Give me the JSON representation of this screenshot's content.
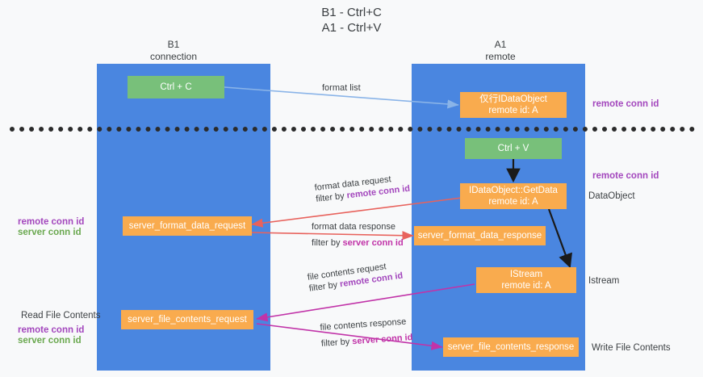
{
  "title": {
    "line1": "B1 - Ctrl+C",
    "line2": "A1 - Ctrl+V"
  },
  "colors": {
    "lane": "#4a86e0",
    "green_box": "#78c07a",
    "orange_box": "#f9ab4e",
    "remote_conn_id": "#a347bd",
    "server_conn_id": "#6aa84f",
    "arrow_blue": "#8ab4e8",
    "arrow_red": "#e8625c",
    "arrow_magenta": "#c133a8",
    "arrow_black": "#1a1a1a",
    "divider": "#2b2b2b",
    "background": "#f8f9fa"
  },
  "columns": [
    {
      "id": "b1",
      "name": "B1",
      "role": "connection"
    },
    {
      "id": "a1",
      "name": "A1",
      "role": "remote"
    }
  ],
  "boxes": [
    {
      "id": "ctrl-c",
      "label": "Ctrl + C",
      "sub": "",
      "color": "green"
    },
    {
      "id": "idataobject",
      "label": "仅行IDataObject",
      "sub": "remote id: A",
      "color": "orange"
    },
    {
      "id": "ctrl-v",
      "label": "Ctrl + V",
      "sub": "",
      "color": "green"
    },
    {
      "id": "idataobject-getdata",
      "label": "IDataObject::GetData",
      "sub": "remote id: A",
      "color": "orange"
    },
    {
      "id": "server-format-data-request",
      "label": "server_format_data_request",
      "sub": "",
      "color": "orange"
    },
    {
      "id": "server-format-data-response",
      "label": "server_format_data_response",
      "sub": "",
      "color": "orange"
    },
    {
      "id": "istream",
      "label": "IStream",
      "sub": "remote id: A",
      "color": "orange"
    },
    {
      "id": "server-file-contents-request",
      "label": "server_file_contents_request",
      "sub": "",
      "color": "orange"
    },
    {
      "id": "server-file-contents-response",
      "label": "server_file_contents_response",
      "sub": "",
      "color": "orange"
    }
  ],
  "edge_labels": {
    "format_list": "format list",
    "format_data_request": "format data request",
    "format_data_request_filter_prefix": "filter by ",
    "format_data_request_filter_value": "remote conn id",
    "format_data_response": "format data response",
    "format_data_response_filter_prefix": "filter by ",
    "format_data_response_filter_value": "server conn id",
    "file_contents_request": "file contents request",
    "file_contents_request_filter_prefix": "filter by ",
    "file_contents_request_filter_value": "remote conn id",
    "file_contents_response": "file contents response",
    "file_contents_response_filter_prefix": "filter by ",
    "file_contents_response_filter_value": "server conn id"
  },
  "right_notes": [
    {
      "id": "right-remote-conn-id-top",
      "text": "remote conn id",
      "style": "purple"
    },
    {
      "id": "right-remote-conn-id-mid",
      "text": "remote conn id",
      "style": "purple"
    },
    {
      "id": "right-dataobject",
      "text": "DataObject",
      "style": "plain"
    },
    {
      "id": "right-istream",
      "text": "Istream",
      "style": "plain"
    },
    {
      "id": "right-write-file-contents",
      "text": "Write File Contents",
      "style": "plain"
    }
  ],
  "left_notes": [
    {
      "id": "left-remote-conn-id",
      "text": "remote conn id",
      "style": "purple"
    },
    {
      "id": "left-server-conn-id",
      "text": "server conn id",
      "style": "green"
    },
    {
      "id": "left-read-file-contents",
      "text": "Read File Contents",
      "style": "plain"
    },
    {
      "id": "left-remote-conn-id-2",
      "text": "remote conn id",
      "style": "purple"
    },
    {
      "id": "left-server-conn-id-2",
      "text": "server conn id",
      "style": "green"
    }
  ]
}
